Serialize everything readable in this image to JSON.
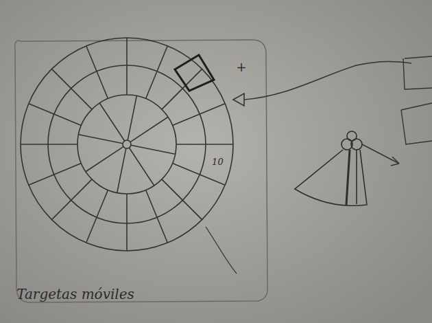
{
  "diagram": {
    "labels": [
      "Targetas móviles",
      "+",
      "10"
    ]
  }
}
